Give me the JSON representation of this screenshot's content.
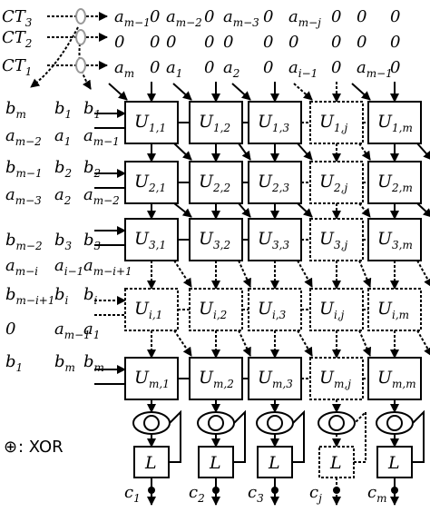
{
  "control_signals": [
    {
      "base": "CT",
      "sub": "3"
    },
    {
      "base": "CT",
      "sub": "2"
    },
    {
      "base": "CT",
      "sub": "1"
    }
  ],
  "top_rows": [
    [
      {
        "base": "a",
        "sub": "m−1"
      },
      {
        "base": "0"
      },
      {
        "base": "a",
        "sub": "m−2"
      },
      {
        "base": "0"
      },
      {
        "base": "a",
        "sub": "m−3"
      },
      {
        "base": "0"
      },
      {
        "base": "a",
        "sub": "m−j"
      },
      {
        "base": "0"
      },
      {
        "base": "0"
      },
      {
        "base": "0"
      }
    ],
    [
      {
        "base": "0"
      },
      {
        "base": "0"
      },
      {
        "base": "0"
      },
      {
        "base": "0"
      },
      {
        "base": "0"
      },
      {
        "base": "0"
      },
      {
        "base": "0"
      },
      {
        "base": "0"
      },
      {
        "base": "0"
      },
      {
        "base": "0"
      }
    ],
    [
      {
        "base": "a",
        "sub": "m"
      },
      {
        "base": "0"
      },
      {
        "base": "a",
        "sub": "1"
      },
      {
        "base": "0"
      },
      {
        "base": "a",
        "sub": "2"
      },
      {
        "base": "0"
      },
      {
        "base": "a",
        "sub": "i−1"
      },
      {
        "base": "0"
      },
      {
        "base": "a",
        "sub": "m−1"
      },
      {
        "base": "0"
      }
    ]
  ],
  "left_rows": [
    [
      {
        "base": "b",
        "sub": "m"
      },
      {
        "base": "b",
        "sub": "1"
      },
      {
        "base": "b",
        "sub": "1"
      }
    ],
    [
      {
        "base": "a",
        "sub": "m−2"
      },
      {
        "base": "a",
        "sub": "1"
      },
      {
        "base": "a",
        "sub": "m−1"
      }
    ],
    [
      {
        "base": "b",
        "sub": "m−1"
      },
      {
        "base": "b",
        "sub": "2"
      },
      {
        "base": "b",
        "sub": "2"
      }
    ],
    [
      {
        "base": "a",
        "sub": "m−3"
      },
      {
        "base": "a",
        "sub": "2"
      },
      {
        "base": "a",
        "sub": "m−2"
      }
    ],
    [
      {
        "base": "b",
        "sub": "m−2"
      },
      {
        "base": "b",
        "sub": "3"
      },
      {
        "base": "b",
        "sub": "3"
      }
    ],
    [
      {
        "base": "a",
        "sub": "m−i"
      },
      {
        "base": "a",
        "sub": "i−1"
      },
      {
        "base": "a",
        "sub": "m−i+1"
      }
    ],
    [
      {
        "base": "b",
        "sub": "m−i+1"
      },
      {
        "base": "b",
        "sub": "i"
      },
      {
        "base": "b",
        "sub": "i"
      }
    ],
    [
      {
        "base": "0"
      },
      {
        "base": "a",
        "sub": "m−1"
      },
      {
        "base": "a",
        "sub": "1"
      }
    ],
    [
      {
        "base": "b",
        "sub": "1"
      },
      {
        "base": "b",
        "sub": "m"
      },
      {
        "base": "b",
        "sub": "m"
      }
    ]
  ],
  "grid": {
    "row_indices": [
      "1",
      "2",
      "3",
      "i",
      "m"
    ],
    "col_indices": [
      "1",
      "2",
      "3",
      "j",
      "m"
    ],
    "dotted_rows": [
      3
    ],
    "dotted_cols": [
      3
    ],
    "cell_base": "U"
  },
  "latch_label": "L",
  "outputs": [
    {
      "base": "c",
      "sub": "1"
    },
    {
      "base": "c",
      "sub": "2"
    },
    {
      "base": "c",
      "sub": "3"
    },
    {
      "base": "c",
      "sub": "j"
    },
    {
      "base": "c",
      "sub": "m"
    }
  ],
  "legend": {
    "symbol": "⊕",
    "text": ": XOR"
  }
}
